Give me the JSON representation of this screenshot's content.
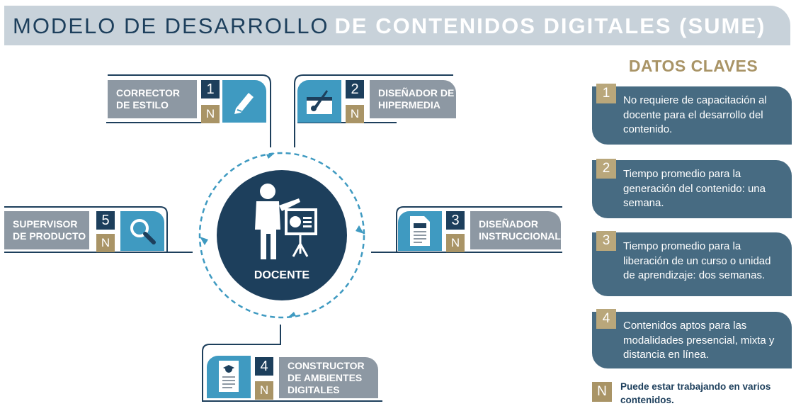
{
  "title": {
    "part1": "MODELO DE DESARROLLO",
    "part2": "DE CONTENIDOS DIGITALES (SUME)"
  },
  "center": {
    "label": "DOCENTE",
    "icon": "presenter-icon"
  },
  "roles": [
    {
      "number": "1",
      "label": "CORRECTOR\nDE ESTILO",
      "badge": "N",
      "icon": "pencil-icon"
    },
    {
      "number": "2",
      "label": "DISEÑADOR DE\nHIPERMEDIA",
      "badge": "N",
      "icon": "design-window-icon"
    },
    {
      "number": "3",
      "label": "DISEÑADOR\nINSTRUCCIONAL",
      "badge": "N",
      "icon": "document-icon"
    },
    {
      "number": "4",
      "label": "CONSTRUCTOR\nDE AMBIENTES\nDIGITALES",
      "badge": "N",
      "icon": "certificate-icon"
    },
    {
      "number": "5",
      "label": "SUPERVISOR\nDE PRODUCTO",
      "badge": "N",
      "icon": "magnifier-icon"
    }
  ],
  "datos_claves": {
    "title": "DATOS CLAVES",
    "items": [
      {
        "number": "1",
        "text": "No requiere de capacitación al docente para el desarrollo del contenido."
      },
      {
        "number": "2",
        "text": "Tiempo promedio para la generación del contenido: una semana."
      },
      {
        "number": "3",
        "text": "Tiempo promedio para la liberación de un curso o unidad de aprendizaje: dos semanas."
      },
      {
        "number": "4",
        "text": "Contenidos aptos para las modalidades presencial, mixta y distancia en línea."
      }
    ]
  },
  "legend": {
    "badge": "N",
    "text": "Puede estar trabajando en varios contenidos."
  },
  "colors": {
    "navy": "#1d3f5c",
    "blue": "#3f9ac1",
    "gray": "#8d98a3",
    "gold": "#a99466",
    "panel": "#476b82",
    "banner": "#c8d2da"
  }
}
